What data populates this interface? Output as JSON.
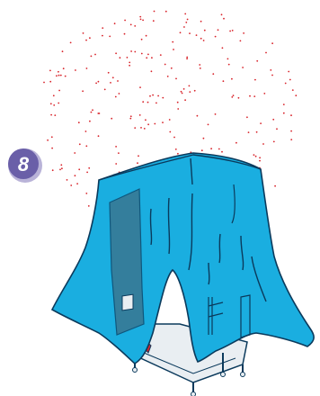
{
  "step_number": "8",
  "colors": {
    "tarp_fill": "#1aaee0",
    "tarp_outline": "#0b3a5c",
    "mist_dots": "#d8232a",
    "badge_fill": "#6a5fa8",
    "badge_shadow": "#b9b3d8",
    "unit_body": "#e9eef2",
    "door_panel": "#3d6e86",
    "accent_red": "#d8232a",
    "badge_text": "#ffffff"
  },
  "icons": {
    "step_badge": "step-number-badge",
    "mist": "mist-spray-dots",
    "cover": "draped-tarp",
    "equipment": "covered-unit"
  }
}
